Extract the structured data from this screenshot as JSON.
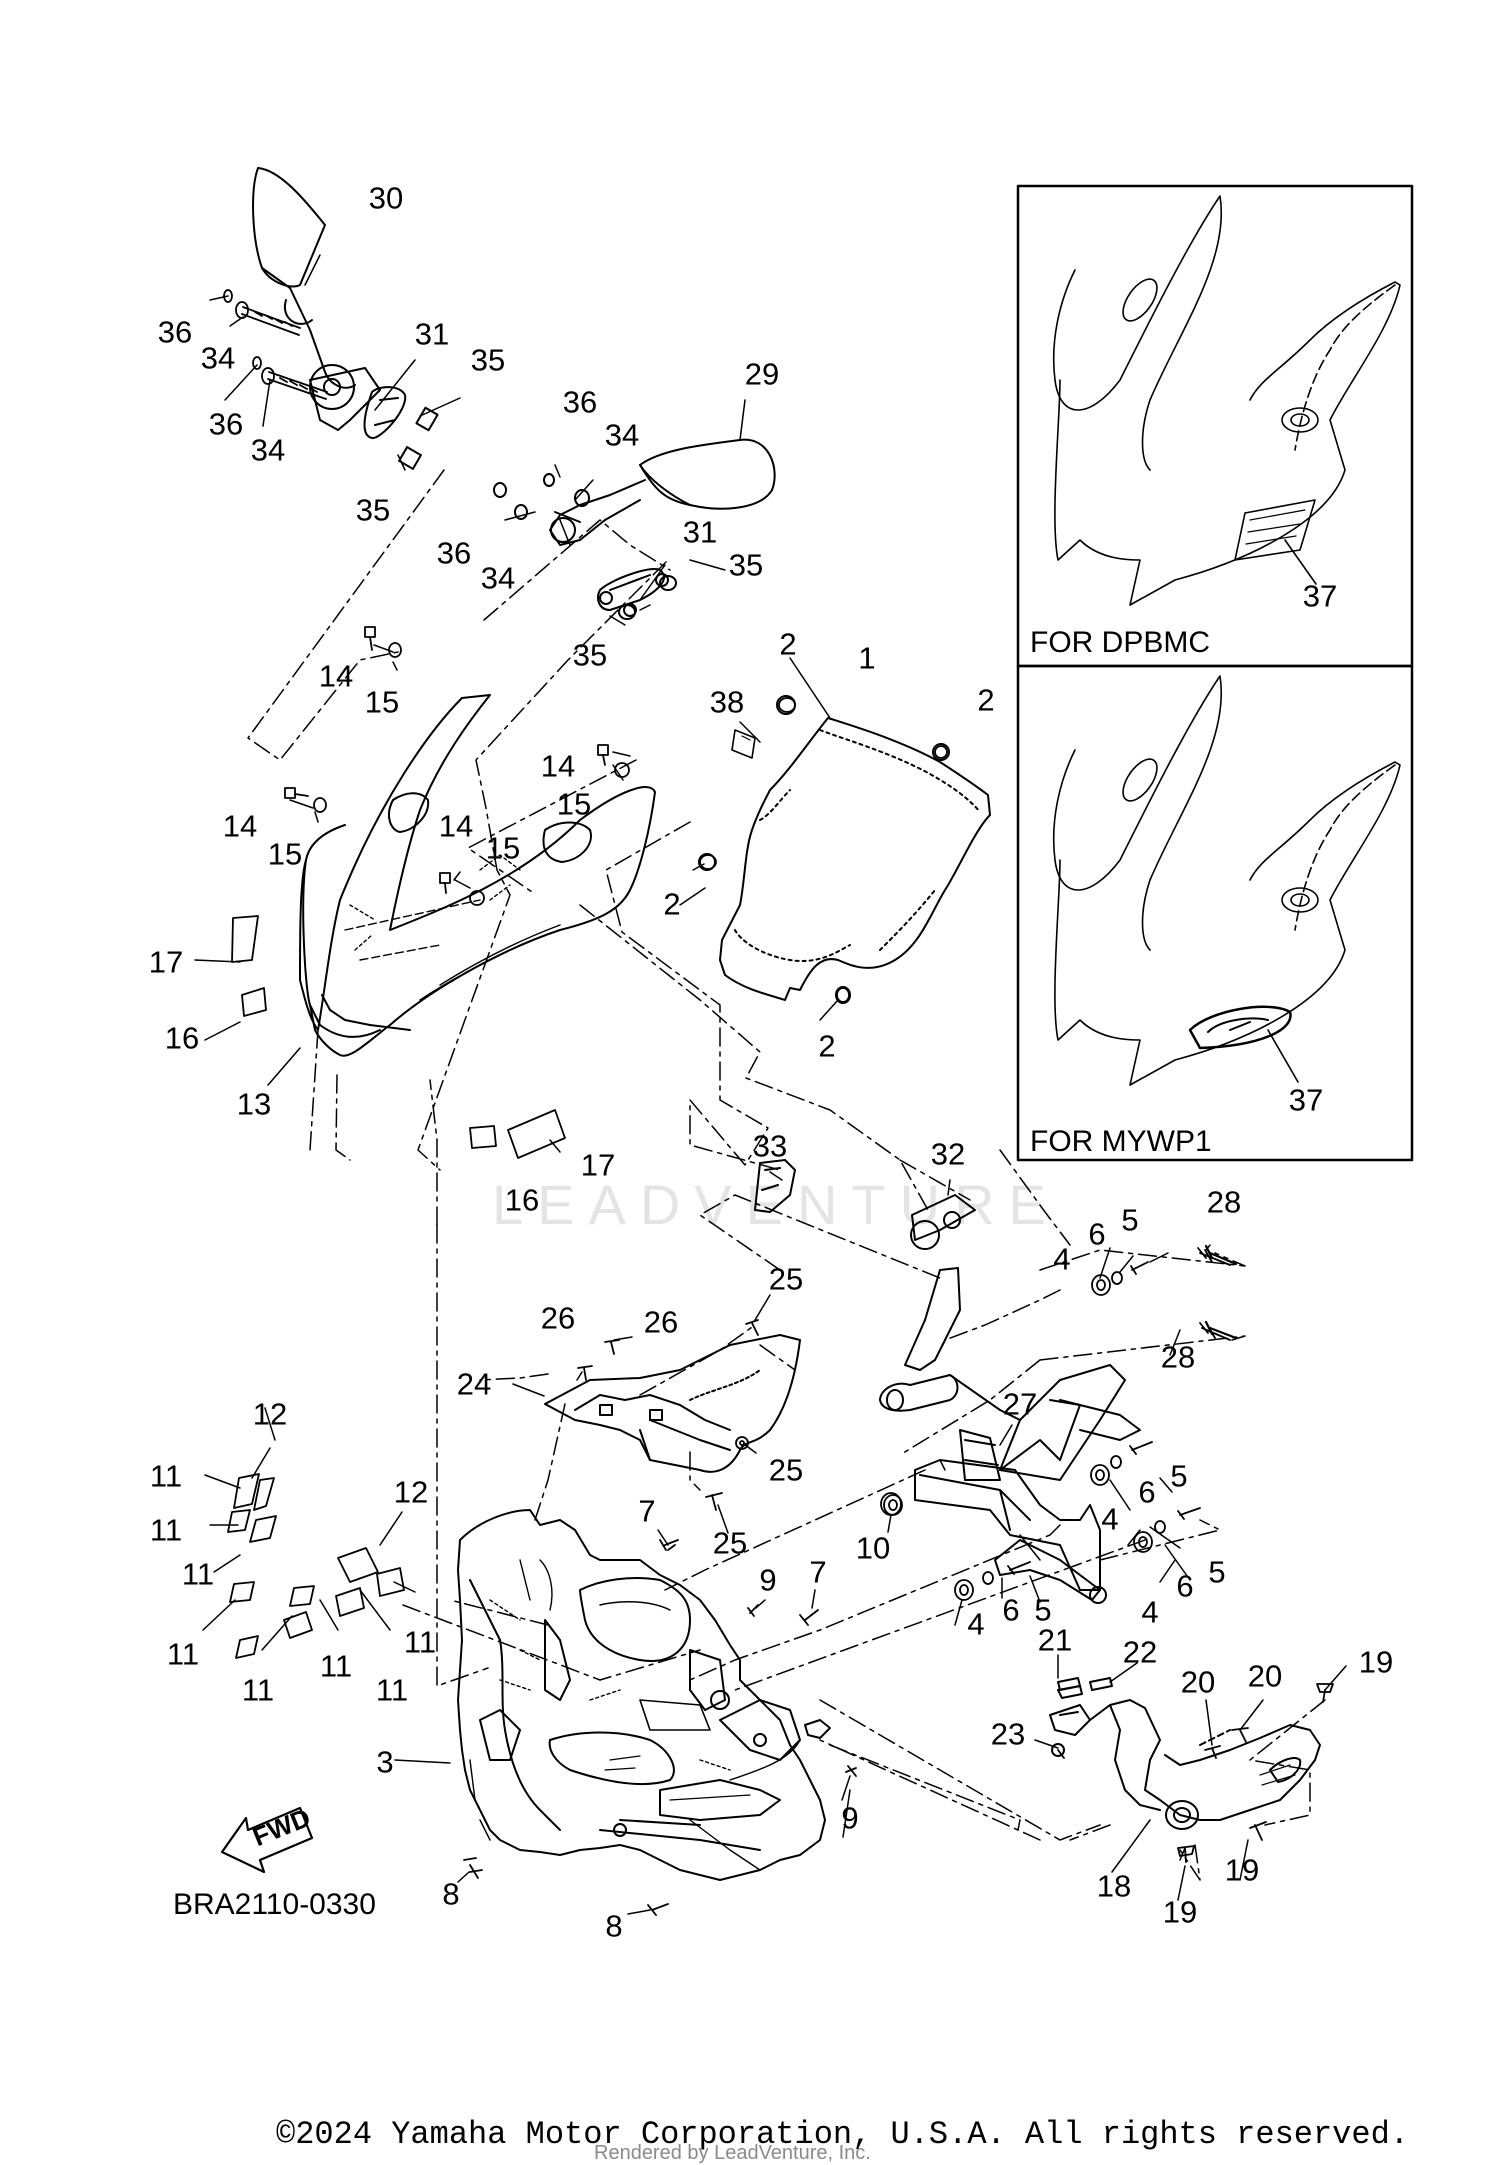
{
  "diagram": {
    "code": "BRA2110-0330",
    "fwd_label": "FWD",
    "watermark": "LEADVENTURE",
    "copyright": "©2024 Yamaha Motor Corporation, U.S.A. All rights reserved.",
    "rendered_by": "Rendered by LeadVenture, Inc.",
    "panels": [
      {
        "caption": "FOR DPBMC",
        "part": "37"
      },
      {
        "caption": "FOR MYWP1",
        "part": "37"
      }
    ],
    "callouts": [
      "30",
      "36",
      "34",
      "31",
      "35",
      "36",
      "34",
      "35",
      "29",
      "36",
      "34",
      "36",
      "34",
      "31",
      "35",
      "35",
      "14",
      "15",
      "14",
      "15",
      "14",
      "15",
      "14",
      "15",
      "17",
      "16",
      "13",
      "16",
      "17",
      "2",
      "1",
      "38",
      "2",
      "2",
      "2",
      "33",
      "32",
      "28",
      "5",
      "6",
      "4",
      "28",
      "26",
      "26",
      "25",
      "24",
      "27",
      "25",
      "25",
      "5",
      "6",
      "4",
      "5",
      "6",
      "4",
      "10",
      "7",
      "5",
      "6",
      "4",
      "12",
      "11",
      "11",
      "11",
      "11",
      "12",
      "11",
      "11",
      "11",
      "11",
      "9",
      "7",
      "21",
      "22",
      "19",
      "20",
      "20",
      "23",
      "3",
      "9",
      "18",
      "8",
      "8",
      "19",
      "19"
    ]
  }
}
